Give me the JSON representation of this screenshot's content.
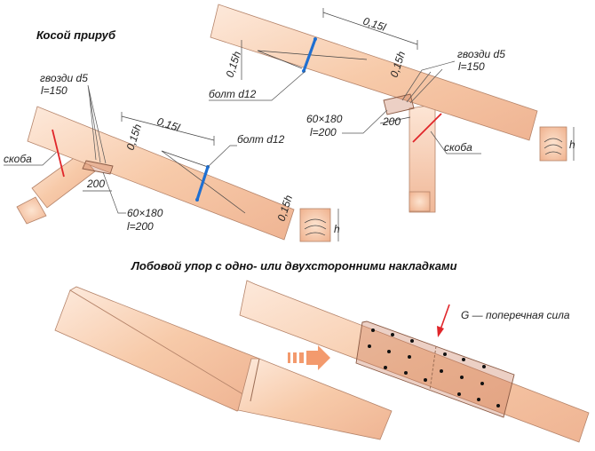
{
  "titles": {
    "top": "Косой прируб",
    "bottom": "Лобовой упор с одно- или двухсторонними накладками"
  },
  "labels": {
    "nails_line1": "гвозди d5",
    "nails_line2": "l=150",
    "bolt": "болт d12",
    "block_line1": "60×180",
    "block_line2": "l=200",
    "staple": "скоба",
    "shear": "G — поперечная сила"
  },
  "dimensions": {
    "len": "0,15l",
    "h": "0,15h",
    "w200": "200",
    "section_h": "h"
  },
  "colors": {
    "wood_light": "#fbe3d2",
    "wood_dark": "#efb697",
    "staple_red": "#e0262a",
    "bolt_blue": "#1f6fd1",
    "arrow_orange": "#f39a6d",
    "nail_dot": "#111111"
  }
}
